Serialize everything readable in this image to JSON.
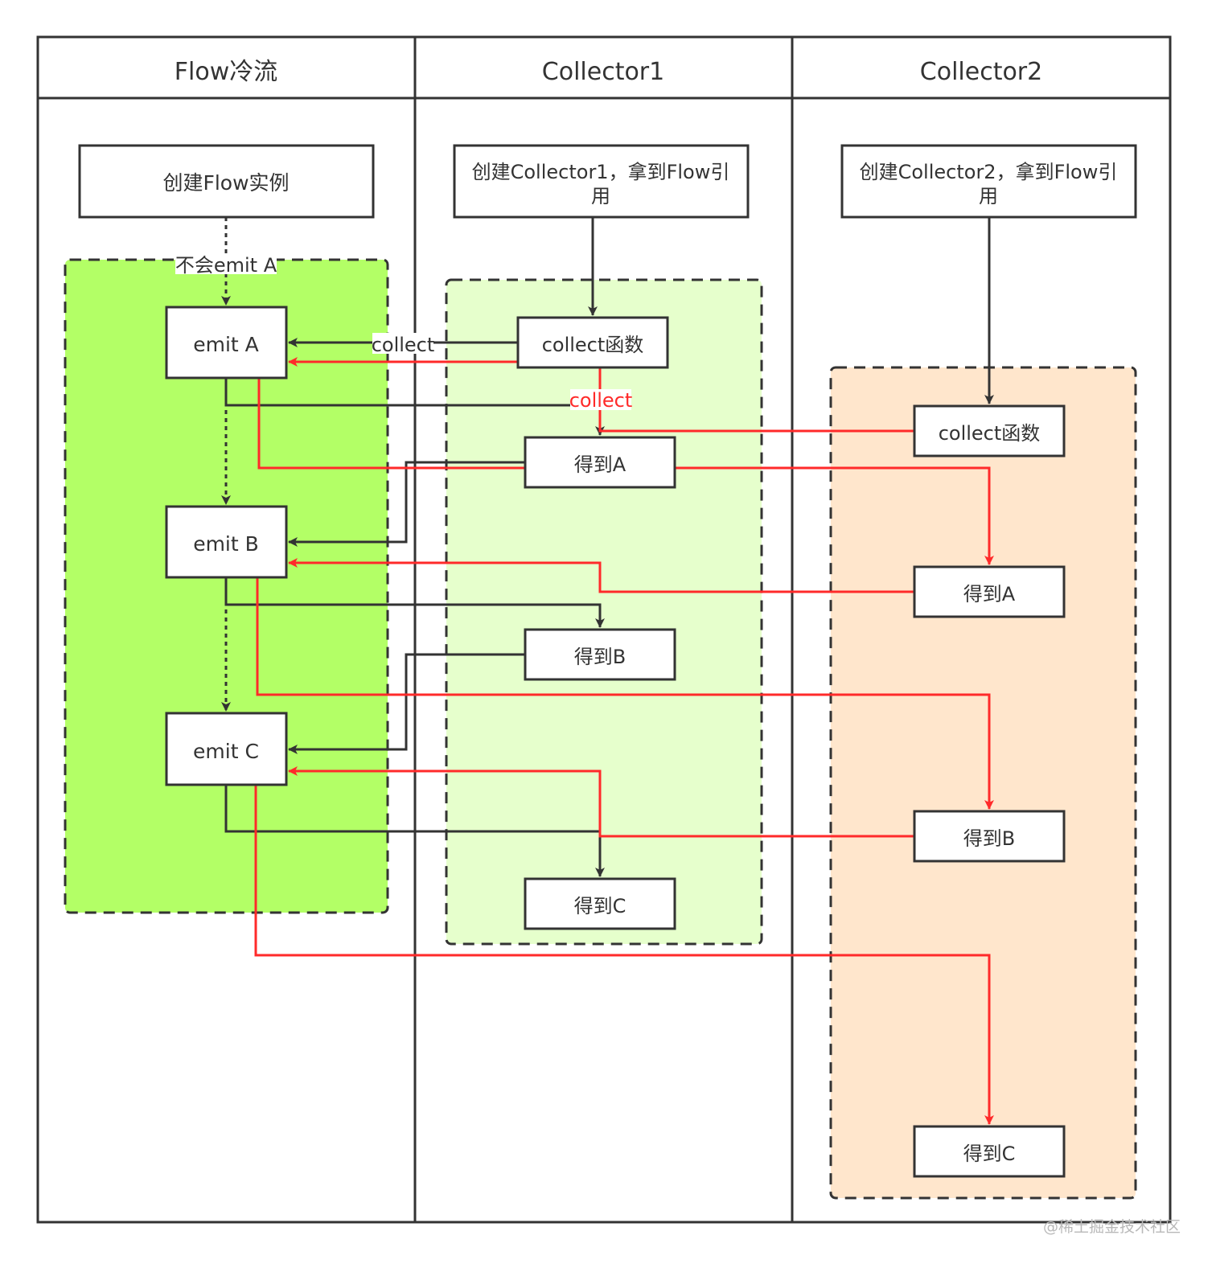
{
  "lanes": {
    "flow": "Flow冷流",
    "collector1": "Collector1",
    "collector2": "Collector2"
  },
  "nodes": {
    "create_flow": "创建Flow实例",
    "create_c1": [
      "创建Collector1，拿到Flow引",
      "用"
    ],
    "create_c2": [
      "创建Collector2，拿到Flow引",
      "用"
    ],
    "emit_a": "emit A",
    "emit_b": "emit B",
    "emit_c": "emit C",
    "c1_collect_fn": "collect函数",
    "c1_got_a": "得到A",
    "c1_got_b": "得到B",
    "c1_got_c": "得到C",
    "c2_collect_fn": "collect函数",
    "c2_got_a": "得到A",
    "c2_got_b": "得到B",
    "c2_got_c": "得到C"
  },
  "edge_labels": {
    "no_emit": "不会emit A",
    "collect_black": "collect",
    "collect_red": "collect"
  },
  "watermark": "@稀土掘金技术社区",
  "colors": {
    "flow_group_fill": "#b3ff66",
    "c1_group_fill": "#e6ffcc",
    "c2_group_fill": "#ffe6cc",
    "stroke": "#333333",
    "red": "#ff2a2a"
  }
}
